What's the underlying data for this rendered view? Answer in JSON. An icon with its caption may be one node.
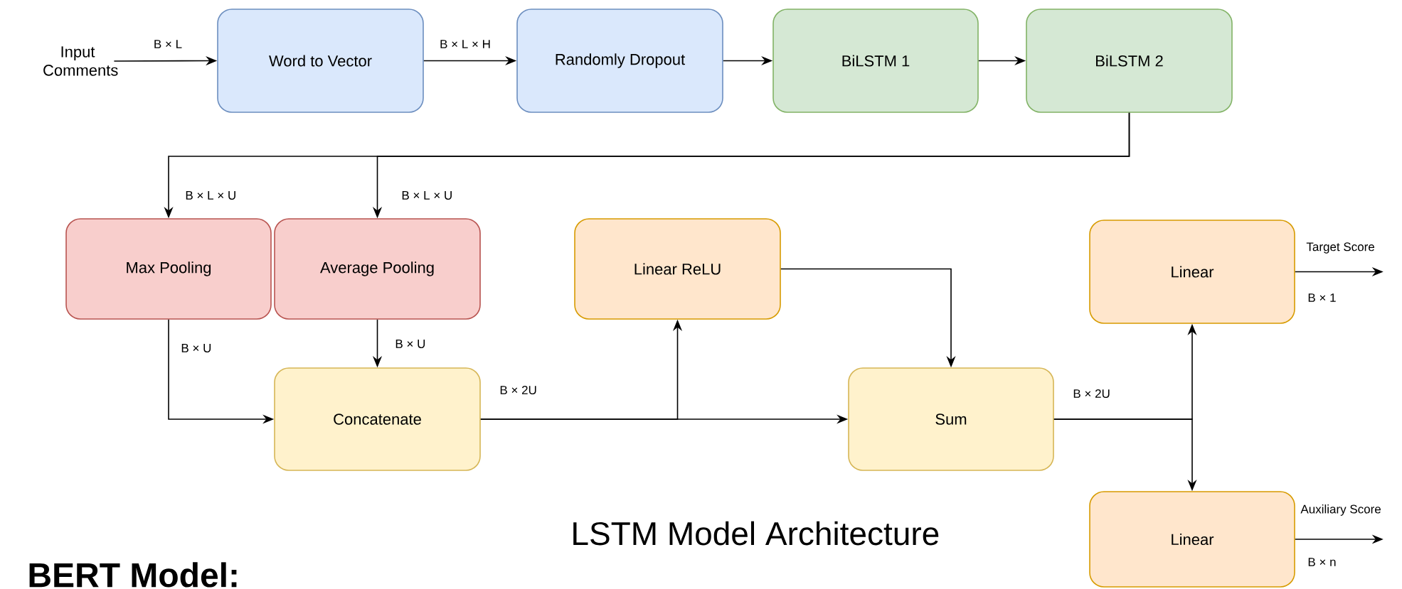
{
  "diagram": {
    "caption": "LSTM Model Architecture",
    "nodes": [
      {
        "text": [
          "Input Comments"
        ]
      },
      {
        "text": [
          "Word to Vector"
        ]
      },
      {
        "text": [
          "Randomly Dropout"
        ]
      },
      {
        "text": [
          "BiLSTM 1"
        ]
      },
      {
        "text": [
          "BiLSTM 2"
        ]
      },
      {
        "text": [
          "Max Pooling"
        ]
      },
      {
        "text": [
          "Average Pooling"
        ]
      },
      {
        "text": [
          "Linear ReLU"
        ]
      },
      {
        "text": [
          "Concatenate"
        ]
      },
      {
        "text": [
          "Sum"
        ]
      },
      {
        "text": [
          "Linear"
        ]
      },
      {
        "text": [
          "Linear"
        ]
      }
    ],
    "edges": [
      {
        "from": 0,
        "to": 1,
        "arrow": "to",
        "label": "B × L"
      },
      {
        "from": 1,
        "to": 2,
        "arrow": "to",
        "label": "B × L × H"
      },
      {
        "from": 2,
        "to": 3,
        "arrow": "to"
      },
      {
        "from": 3,
        "to": 4,
        "arrow": "to"
      },
      {
        "from": 4,
        "to": 5,
        "arrow": "to",
        "label": "B × L × U"
      },
      {
        "from": 4,
        "to": 6,
        "arrow": "to",
        "label": "B × L × U"
      },
      {
        "from": 5,
        "to": 8,
        "arrow": "to",
        "label": "B × U"
      },
      {
        "from": 6,
        "to": 8,
        "arrow": "to",
        "label": "B × U"
      },
      {
        "from": 8,
        "to": 9,
        "arrow": "to",
        "label": "B × 2U"
      },
      {
        "from": 8,
        "to": 7,
        "arrow": "to"
      },
      {
        "from": 7,
        "to": 9,
        "arrow": "to"
      },
      {
        "from": 9,
        "to": 10,
        "arrow": "to",
        "label": "B × 2U"
      },
      {
        "from": 9,
        "to": 11,
        "arrow": "to"
      },
      {
        "from": 10,
        "to": null,
        "arrow": "to",
        "label": "Target Score"
      },
      {
        "from": 11,
        "to": null,
        "arrow": "to",
        "label": "Auxiliary Score"
      }
    ],
    "labels": [
      "B × 1",
      "B × n",
      "BERT Model:"
    ]
  }
}
